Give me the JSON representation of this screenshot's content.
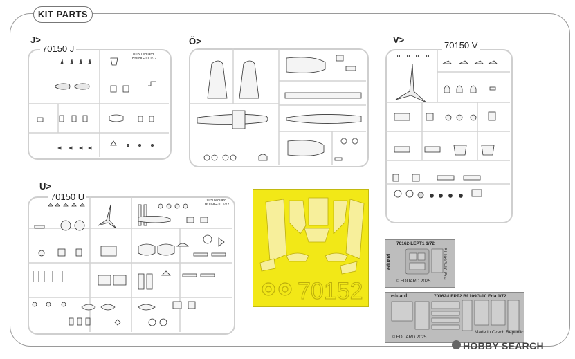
{
  "kit_title": "KIT PARTS",
  "sprues": {
    "j": {
      "letter": "J>",
      "code": "70150 J",
      "stamp": "70150 eduard Bf109G-10 1/72"
    },
    "o": {
      "letter": "Ö>"
    },
    "v": {
      "letter": "V>",
      "code": "70150 V"
    },
    "u": {
      "letter": "U>",
      "code": "70150 U",
      "stamp": "70150 eduard Bf109G-10 1/72"
    }
  },
  "mask": {
    "code": "70152",
    "color": "#f2e817"
  },
  "photoetch": {
    "plate1": {
      "code": "70162-LEPT1 1/72",
      "brand": "eduard",
      "copyright": "© EDUARD 2025",
      "side_text": "Bf 109G-10 Erla"
    },
    "plate2": {
      "header": "70162-LEPT2  Bf 109G-10 Erla  1/72",
      "brand": "eduard",
      "copyright": "© EDUARD 2025",
      "origin": "Made in Czech Republic"
    }
  },
  "watermark": "HOBBY SEARCH"
}
